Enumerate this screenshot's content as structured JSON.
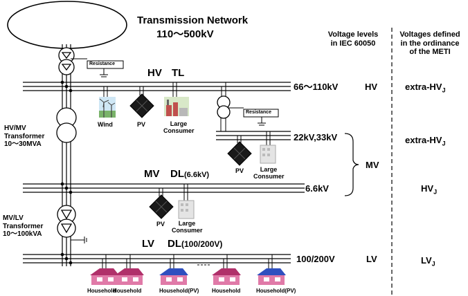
{
  "network": {
    "title": "Transmission Network",
    "voltage": "110～500kV"
  },
  "headers": {
    "iec": [
      "Voltage levels",
      "in IEC 60050"
    ],
    "meti": [
      "Voltages defined",
      "in the ordinance",
      "of the METI"
    ]
  },
  "lines": {
    "hv_tl": {
      "part1": "HV",
      "part2": "TL"
    },
    "mv_dl": {
      "part1": "MV",
      "part2": "DL",
      "sub": "(6.6kV)"
    },
    "lv_dl": {
      "part1": "LV",
      "part2": "DL",
      "sub": "(100/200V)"
    }
  },
  "transformers": {
    "hvmv": [
      "HV/MV",
      "Transformer",
      "10～30MVA"
    ],
    "mvlv": [
      "MV/LV",
      "Transformer",
      "10～100kVA"
    ]
  },
  "resistance": "Resistance",
  "voltage_rows": [
    {
      "voltage": "66～110kV",
      "iec": "HV",
      "meti": "extra-HV",
      "meti_sub": "J"
    },
    {
      "voltage": "22kV,33kV",
      "iec": "",
      "meti": "extra-HV",
      "meti_sub": "J"
    },
    {
      "voltage": "6.6kV",
      "iec": "",
      "meti": "HV",
      "meti_sub": "J"
    },
    {
      "voltage": "100/200V",
      "iec": "LV",
      "meti": "LV",
      "meti_sub": "J"
    }
  ],
  "mv_bracket": "MV",
  "devices": {
    "wind": "Wind",
    "pv": "PV",
    "large_consumer": [
      "Large",
      "Consumer"
    ]
  },
  "households": [
    "Household",
    "Household",
    "Household(PV)",
    "Household",
    "Household(PV)"
  ]
}
